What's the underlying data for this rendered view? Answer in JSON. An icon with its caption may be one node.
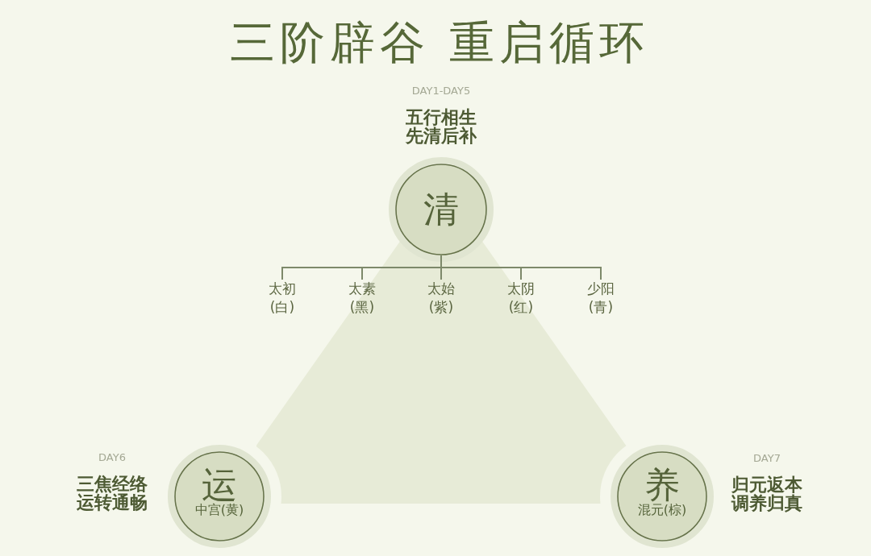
{
  "diagram": {
    "title": "三阶辟谷 重启循环",
    "nodes": [
      {
        "text": [
          "清"
        ],
        "beside": [
          "DAY1-DAY5",
          "五行相生先清后补"
        ]
      },
      {
        "text": [
          "太初(白)"
        ]
      },
      {
        "text": [
          "太素(黑)"
        ]
      },
      {
        "text": [
          "太始(紫)"
        ]
      },
      {
        "text": [
          "太阴(红)"
        ]
      },
      {
        "text": [
          "少阳(青)"
        ]
      },
      {
        "text": [
          "运",
          "中宫(黄)"
        ],
        "beside": [
          "DAY6",
          "三焦经络运转通畅"
        ]
      },
      {
        "text": [
          "养",
          "混元(棕)"
        ],
        "beside": [
          "DAY7",
          "归元返本调养归真"
        ]
      }
    ],
    "edges": [
      {
        "from": 0,
        "to": 1,
        "arrow": "none"
      },
      {
        "from": 0,
        "to": 2,
        "arrow": "none"
      },
      {
        "from": 0,
        "to": 3,
        "arrow": "none"
      },
      {
        "from": 0,
        "to": 4,
        "arrow": "none"
      },
      {
        "from": 0,
        "to": 5,
        "arrow": "none"
      }
    ]
  }
}
